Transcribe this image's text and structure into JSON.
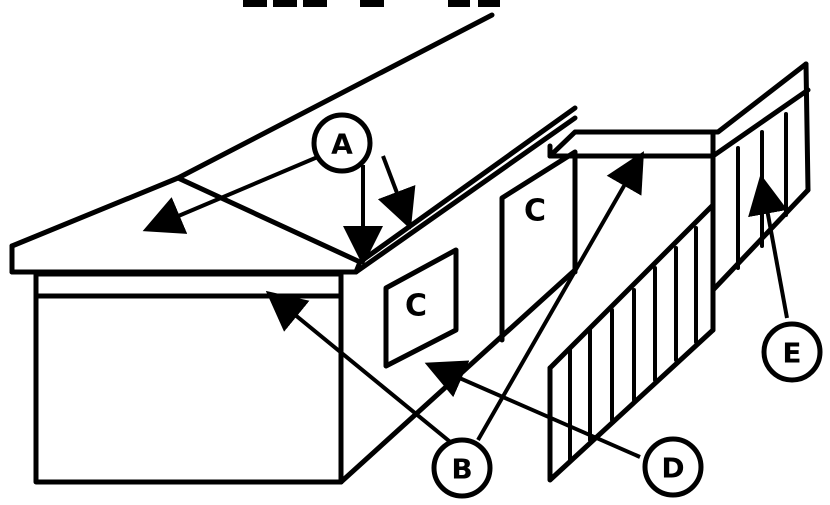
{
  "callouts": {
    "a": "A",
    "b": "B",
    "d": "D",
    "e": "E"
  },
  "panels": {
    "c_left": "C",
    "c_right": "C"
  }
}
